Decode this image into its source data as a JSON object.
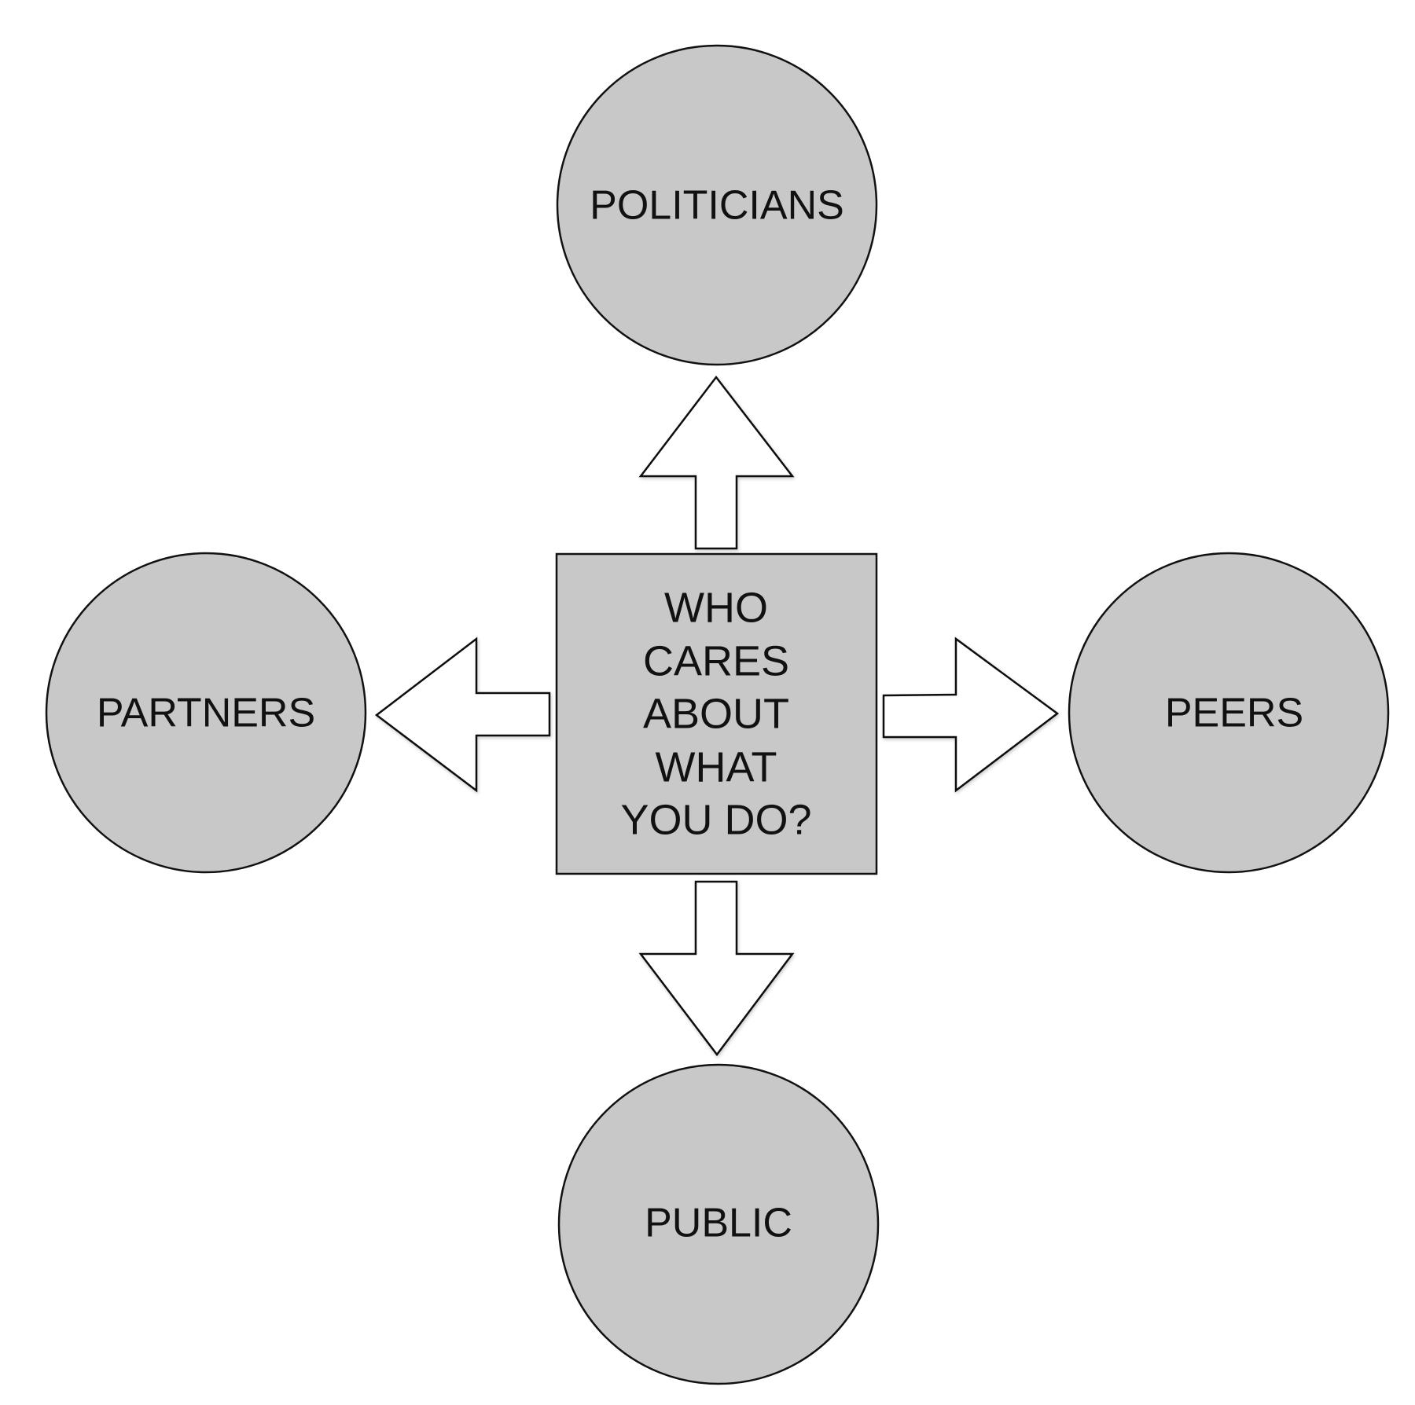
{
  "diagram": {
    "center": {
      "lines": [
        "WHO",
        "CARES",
        "ABOUT",
        "WHAT",
        "YOU DO?"
      ]
    },
    "nodes": {
      "top": {
        "label": "POLITICIANS"
      },
      "left": {
        "label": "PARTNERS"
      },
      "right": {
        "label": "PEERS"
      },
      "bottom": {
        "label": "PUBLIC"
      }
    },
    "colors": {
      "node_fill": "#c8c8c8",
      "arrow_fill": "#ffffff",
      "stroke": "#111111",
      "text": "#111111"
    }
  }
}
